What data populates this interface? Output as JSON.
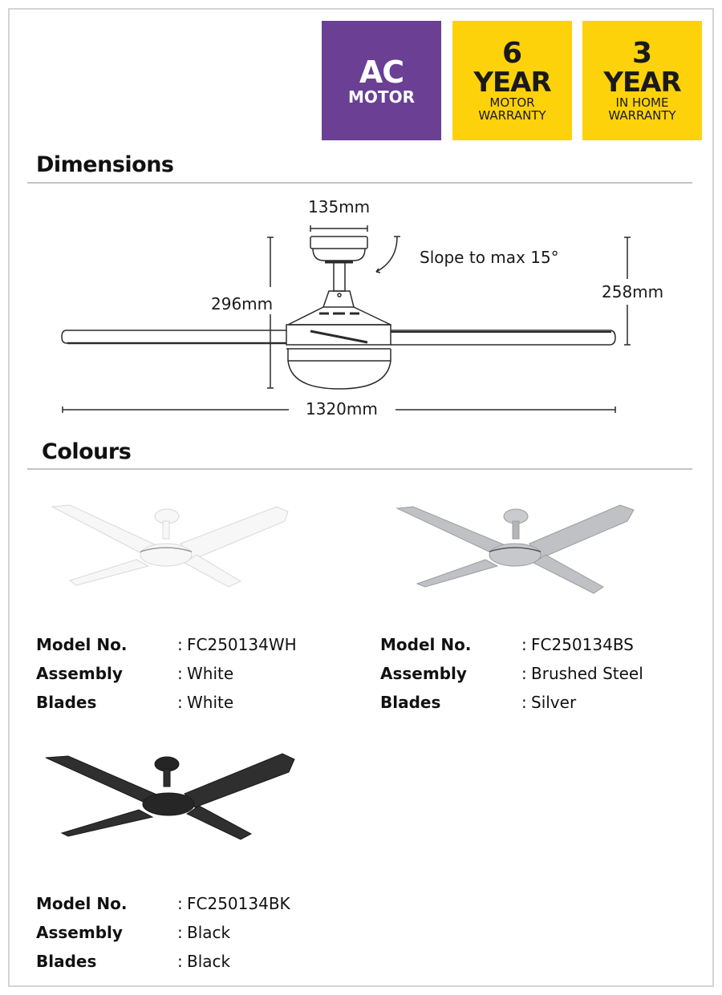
{
  "badges": {
    "motor_type": {
      "big": "AC",
      "sub": "MOTOR",
      "bg": "#6a3f94"
    },
    "motor_warranty": {
      "num": "6",
      "year": "YEAR",
      "line1": "MOTOR",
      "line2": "WARRANTY",
      "bg": "#fdd20a"
    },
    "home_warranty": {
      "num": "3",
      "year": "YEAR",
      "line1": "IN HOME",
      "line2": "WARRANTY",
      "bg": "#fdd20a"
    }
  },
  "dimensions": {
    "title": "Dimensions",
    "canopy_width": "135mm",
    "slope_note": "Slope to max 15°",
    "overall_height": "296mm",
    "blade_drop_height": "258mm",
    "sweep": "1320mm"
  },
  "colours": {
    "title": "Colours",
    "labels": {
      "model": "Model No.",
      "assembly": "Assembly",
      "blades": "Blades",
      "separator": ":"
    },
    "variants": [
      {
        "name": "white",
        "model": "FC250134WH",
        "assembly": "White",
        "blades": "White",
        "swatch": "#f4f4f4"
      },
      {
        "name": "brushed-steel",
        "model": "FC250134BS",
        "assembly": "Brushed Steel",
        "blades": "Silver",
        "swatch": "#b9bbbe"
      },
      {
        "name": "black",
        "model": "FC250134BK",
        "assembly": "Black",
        "blades": "Black",
        "swatch": "#2a2a2a"
      }
    ]
  }
}
